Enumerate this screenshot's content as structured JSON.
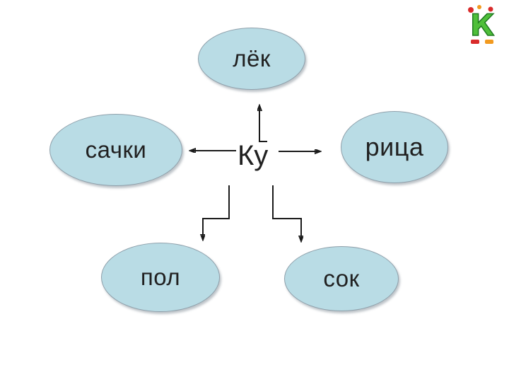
{
  "diagram": {
    "center_label": "Ку",
    "nodes": [
      {
        "id": "top",
        "label": "лёк"
      },
      {
        "id": "left",
        "label": "сачки"
      },
      {
        "id": "right",
        "label": "рица"
      },
      {
        "id": "bottom-left",
        "label": "пол"
      },
      {
        "id": "bottom-right",
        "label": "сок"
      }
    ],
    "colors": {
      "ellipse_fill": "#b9dce5",
      "ellipse_border": "#8fa0ab",
      "arrow": "#1a1a1a",
      "text": "#212121"
    }
  },
  "mascot": {
    "letter": "К"
  }
}
